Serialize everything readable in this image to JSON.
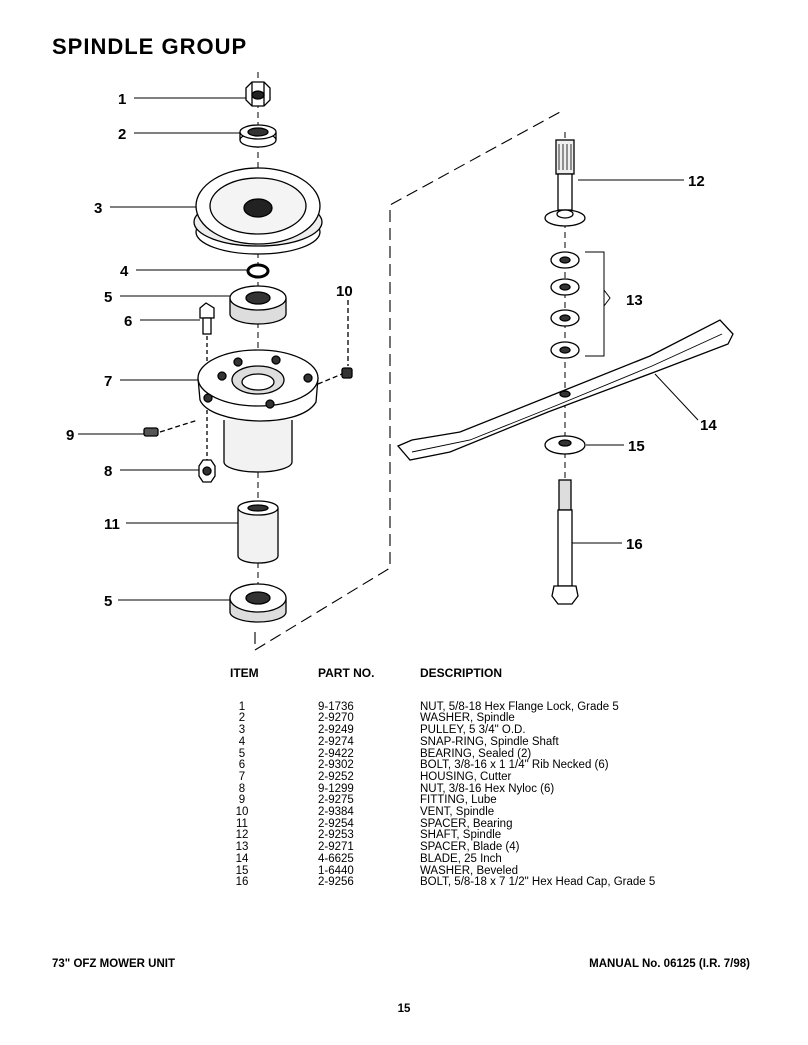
{
  "page": {
    "title": "SPINDLE GROUP",
    "footer_left": "73\" OFZ MOWER UNIT",
    "footer_right": "MANUAL No. 06125 (I.R. 7/98)",
    "page_number": "15"
  },
  "diagram": {
    "callouts": [
      "1",
      "2",
      "3",
      "4",
      "5",
      "6",
      "7",
      "8",
      "9",
      "10",
      "11",
      "5",
      "12",
      "13",
      "14",
      "15",
      "16"
    ]
  },
  "parts_table": {
    "headers": {
      "item": "ITEM",
      "part_no": "PART NO.",
      "description": "DESCRIPTION"
    },
    "rows": [
      {
        "item": "1",
        "part_no": "9-1736",
        "description": "NUT, 5/8-18 Hex Flange Lock, Grade 5"
      },
      {
        "item": "2",
        "part_no": "2-9270",
        "description": "WASHER, Spindle"
      },
      {
        "item": "3",
        "part_no": "2-9249",
        "description": "PULLEY, 5 3/4\" O.D."
      },
      {
        "item": "4",
        "part_no": "2-9274",
        "description": "SNAP-RING, Spindle Shaft"
      },
      {
        "item": "5",
        "part_no": "2-9422",
        "description": "BEARING, Sealed (2)"
      },
      {
        "item": "6",
        "part_no": "2-9302",
        "description": "BOLT, 3/8-16 x 1 1/4\" Rib Necked (6)"
      },
      {
        "item": "7",
        "part_no": "2-9252",
        "description": "HOUSING, Cutter"
      },
      {
        "item": "8",
        "part_no": "9-1299",
        "description": "NUT, 3/8-16 Hex Nyloc (6)"
      },
      {
        "item": "9",
        "part_no": "2-9275",
        "description": "FITTING, Lube"
      },
      {
        "item": "10",
        "part_no": "2-9384",
        "description": "VENT, Spindle"
      },
      {
        "item": "11",
        "part_no": "2-9254",
        "description": "SPACER, Bearing"
      },
      {
        "item": "12",
        "part_no": "2-9253",
        "description": "SHAFT, Spindle"
      },
      {
        "item": "13",
        "part_no": "2-9271",
        "description": "SPACER, Blade (4)"
      },
      {
        "item": "14",
        "part_no": "4-6625",
        "description": "BLADE, 25 Inch"
      },
      {
        "item": "15",
        "part_no": "1-6440",
        "description": "WASHER, Beveled"
      },
      {
        "item": "16",
        "part_no": "2-9256",
        "description": "BOLT, 5/8-18 x 7 1/2\" Hex Head Cap, Grade 5"
      }
    ]
  }
}
